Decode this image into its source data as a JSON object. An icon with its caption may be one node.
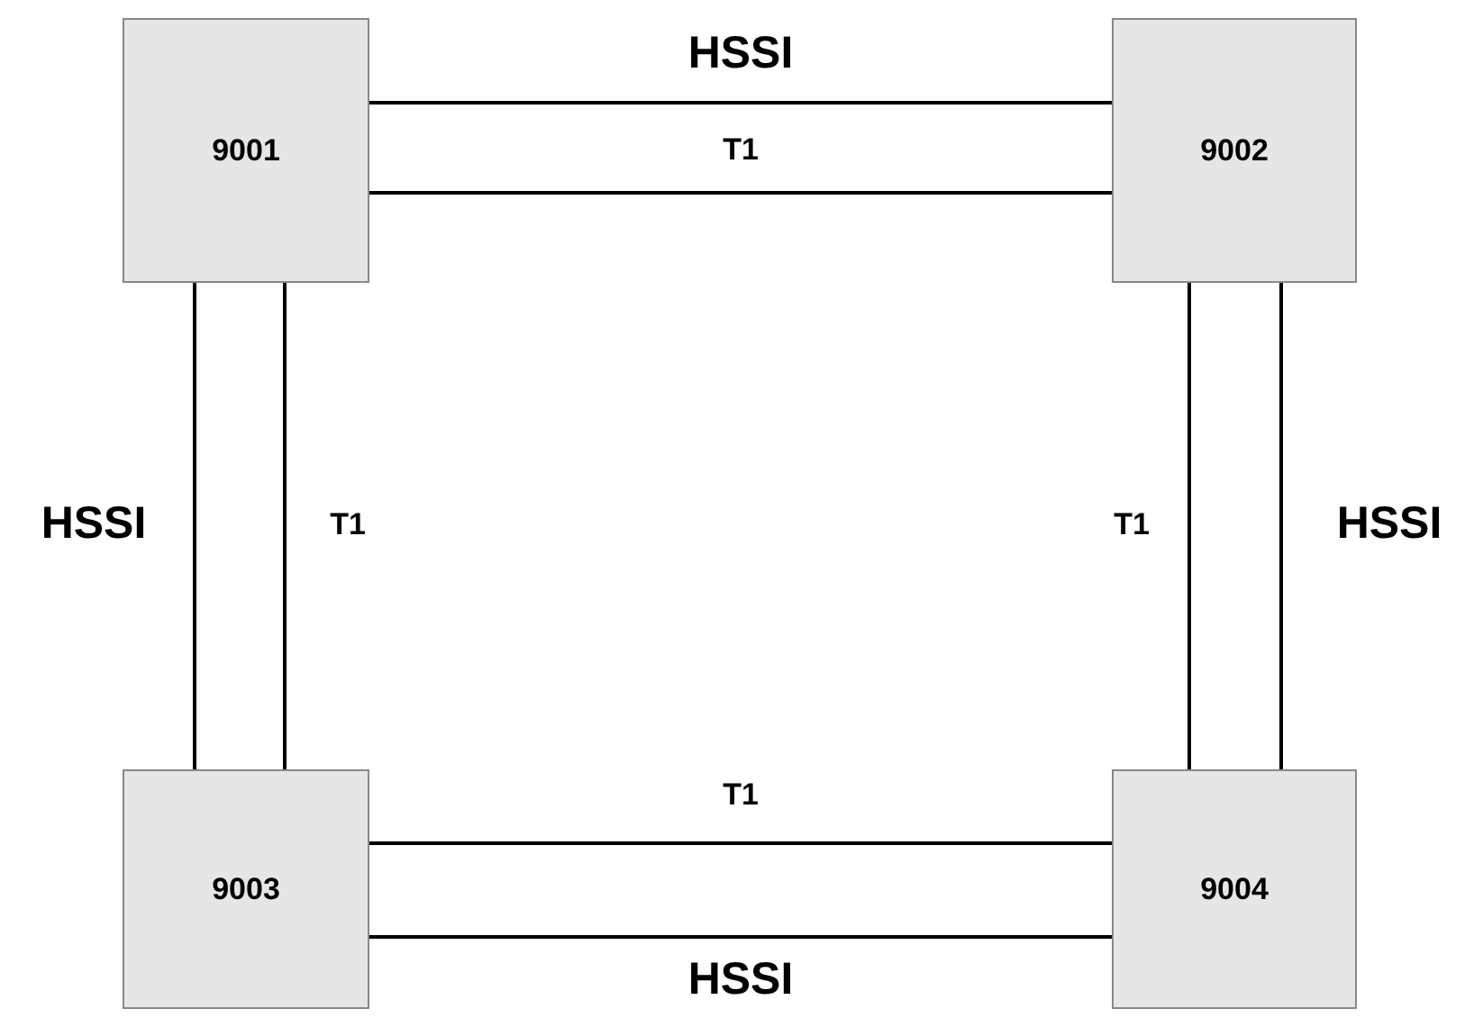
{
  "diagram": {
    "nodes": [
      {
        "text": [
          "9001"
        ]
      },
      {
        "text": [
          "9002"
        ]
      },
      {
        "text": [
          "9003"
        ]
      },
      {
        "text": [
          "9004"
        ]
      }
    ],
    "edges": [
      {
        "from": 0,
        "to": 1,
        "arrow": "none",
        "label": "HSSI"
      },
      {
        "from": 0,
        "to": 1,
        "arrow": "none",
        "label": "T1"
      },
      {
        "from": 0,
        "to": 2,
        "arrow": "none",
        "label": "HSSI"
      },
      {
        "from": 0,
        "to": 2,
        "arrow": "none",
        "label": "T1"
      },
      {
        "from": 1,
        "to": 3,
        "arrow": "none",
        "label": "T1"
      },
      {
        "from": 1,
        "to": 3,
        "arrow": "none",
        "label": "HSSI"
      },
      {
        "from": 2,
        "to": 3,
        "arrow": "none",
        "label": "T1"
      },
      {
        "from": 2,
        "to": 3,
        "arrow": "none",
        "label": "HSSI"
      }
    ]
  }
}
